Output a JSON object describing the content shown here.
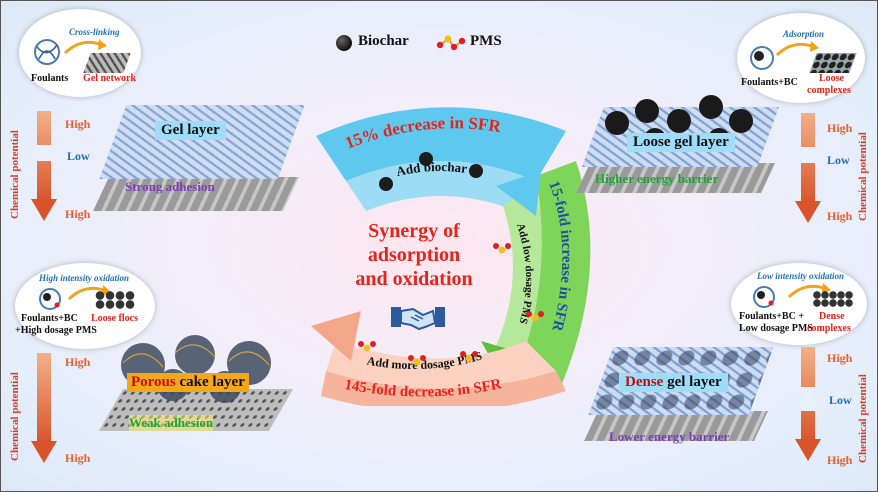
{
  "legend": {
    "biochar": "Biochar",
    "pms": "PMS"
  },
  "center": {
    "title_line1": "Synergy of",
    "title_line2": "adsorption",
    "title_line3": "and oxidation"
  },
  "cycle": {
    "top_banner": "15% decrease in SFR",
    "top_inner": "Add biochar",
    "right_banner": "15-fold increase in SFR",
    "right_inner": "Add low dosage PMS",
    "bottom_banner": "145-fold decrease in SFR",
    "bottom_inner": "Add more dosage PMS"
  },
  "panel_tl": {
    "bubble_title": "Cross-linking",
    "foulants": "Foulants",
    "result": "Gel network",
    "layer": "Gel layer",
    "adhesion": "Strong adhesion",
    "cp_label": "Chemical potential",
    "high_top": "High",
    "mid": "Low",
    "high_bottom": "High"
  },
  "panel_tr": {
    "bubble_title": "Adsorption",
    "foulants": "Foulants+BC",
    "result_line1": "Loose",
    "result_line2": "complexes",
    "layer": "Loose gel layer",
    "barrier": "Higher energy barrier",
    "cp_label": "Chemical potential",
    "high_top": "High",
    "mid": "Low",
    "high_bottom": "High"
  },
  "panel_bl": {
    "bubble_title": "High intensity oxidation",
    "foulants_line1": "Foulants+BC",
    "foulants_line2": "+High dosage PMS",
    "result": "Loose flocs",
    "layer_part1": "Porous",
    "layer_part2": " cake layer",
    "adhesion": "Weak adhesion",
    "cp_label": "Chemical potential",
    "high_top": "High",
    "high_bottom": "High"
  },
  "panel_br": {
    "bubble_title": "Low intensity oxidation",
    "foulants_line1": "Foulants+BC +",
    "foulants_line2": "Low dosage PMS",
    "result_line1": "Dense",
    "result_line2": "complexes",
    "layer_part1": "Dense",
    "layer_part2": " gel layer",
    "barrier": "Lower energy barrier",
    "cp_label": "Chemical potential",
    "high_top": "High",
    "mid": "Low",
    "high_bottom": "High"
  },
  "colors": {
    "arc_blue": "#5ec8ef",
    "arc_green": "#7fd45a",
    "arc_salmon": "#f6b49c",
    "red_text": "#e8231c",
    "dark_red": "#c01010",
    "green_text": "#22a33a",
    "purple_text": "#7b3fb3",
    "orange_text": "#e8612c"
  }
}
